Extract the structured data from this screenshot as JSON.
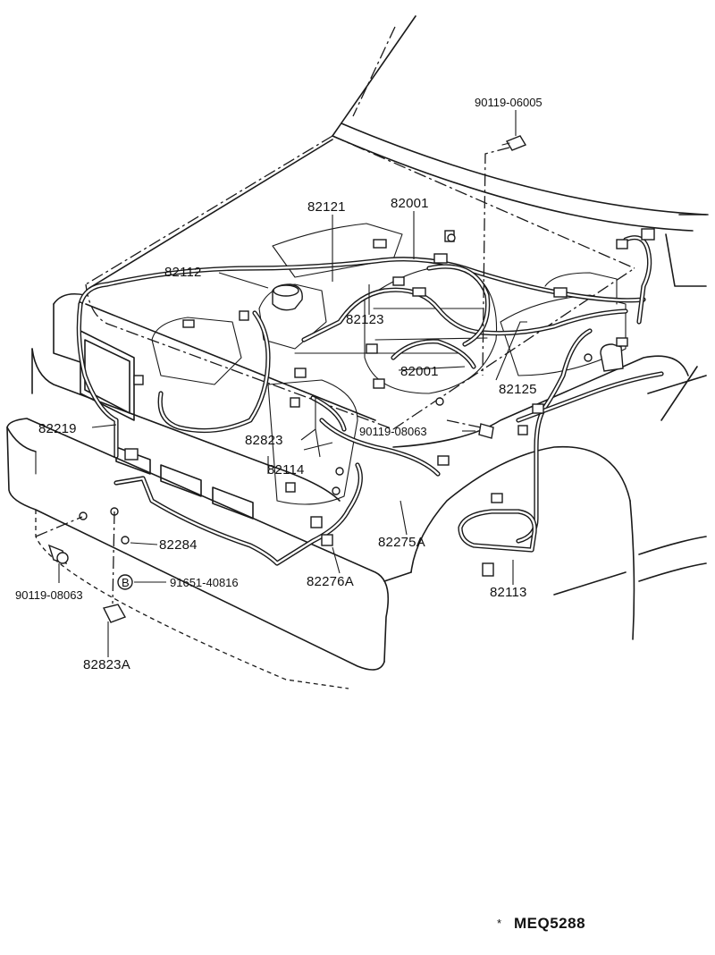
{
  "diagram": {
    "labels": {
      "p90119_06005": "90119-06005",
      "p82121": "82121",
      "p82001_top": "82001",
      "p82112": "82112",
      "p82123": "82123",
      "p82001_mid": "82001",
      "p82125": "82125",
      "p82219": "82219",
      "p82823": "82823",
      "p90119_08063_mid": "90119-08063",
      "p82114": "82114",
      "p82275A": "82275A",
      "p82284": "82284",
      "p90119_08063_left": "90119-08063",
      "p91651_40816": "91651-40816",
      "p82276A": "82276A",
      "p82113": "82113",
      "p82823A": "82823A",
      "circle_marker": "B",
      "drawing_code": "MEQ5288"
    }
  }
}
